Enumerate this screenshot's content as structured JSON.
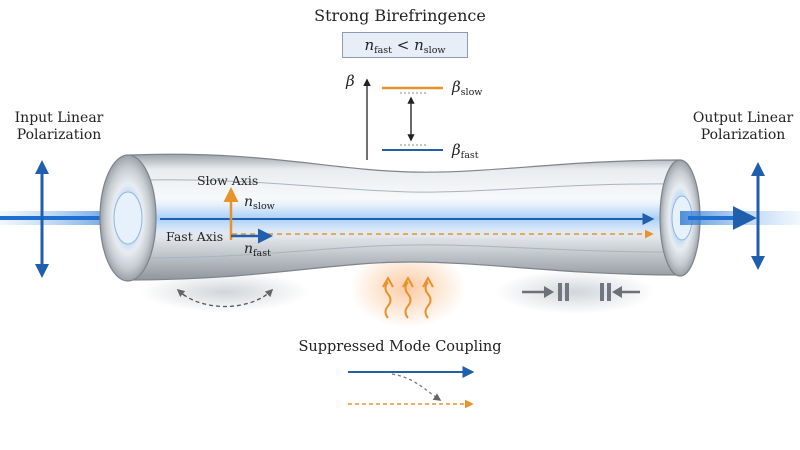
{
  "title": "Strong Birefringence",
  "formula": {
    "lhs": "n",
    "lhs_sub": "fast",
    "op": "<",
    "rhs": "n",
    "rhs_sub": "slow"
  },
  "beta_axis": {
    "symbol": "β"
  },
  "beta_levels": [
    {
      "symbol": "β",
      "sub": "slow",
      "color": "#e8922b"
    },
    {
      "symbol": "β",
      "sub": "fast",
      "color": "#1f5fad"
    }
  ],
  "input_label": [
    "Input Linear",
    "Polarization"
  ],
  "output_label": [
    "Output Linear",
    "Polarization"
  ],
  "axes": {
    "slow_axis_label": "Slow Axis",
    "fast_axis_label": "Fast Axis",
    "n_slow": {
      "symbol": "n",
      "sub": "slow"
    },
    "n_fast": {
      "symbol": "n",
      "sub": "fast"
    }
  },
  "coupling_label": "Suppressed Mode Coupling",
  "colors": {
    "blue": "#1f5fad",
    "orange": "#e8922b",
    "fiber": "#c9cdd2",
    "glow": "#7fb6ee"
  },
  "icons": [
    "polarization-arrow-icon",
    "heat-wave-icon",
    "stress-rod-icon",
    "compression-arrow-icon",
    "rotation-arrow-icon"
  ]
}
